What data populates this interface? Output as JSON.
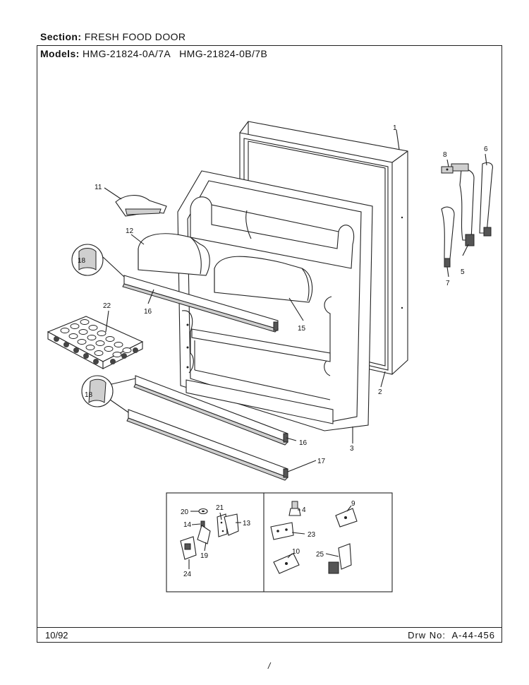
{
  "header": {
    "section_label": "Section:",
    "section_value": "FRESH FOOD DOOR",
    "models_label": "Models:",
    "models_value": "HMG-21824-0A/7A   HMG-21824-0B/7B"
  },
  "footer": {
    "date": "10/92",
    "drawing_number": "Drw No:  A-44-456",
    "stray_mark": "/"
  },
  "callouts": {
    "c1": "1",
    "c2": "2",
    "c3": "3",
    "c4": "4",
    "c5": "5",
    "c6": "6",
    "c7": "7",
    "c8": "8",
    "c9": "9",
    "c10": "10",
    "c11": "11",
    "c12": "12",
    "c13": "13",
    "c14": "14",
    "c15": "15",
    "c16a": "16",
    "c16b": "16",
    "c17": "17",
    "c18a": "18",
    "c18b": "18",
    "c19": "19",
    "c20": "20",
    "c21": "21",
    "c22": "22",
    "c23": "23",
    "c24": "24",
    "c25": "25"
  }
}
